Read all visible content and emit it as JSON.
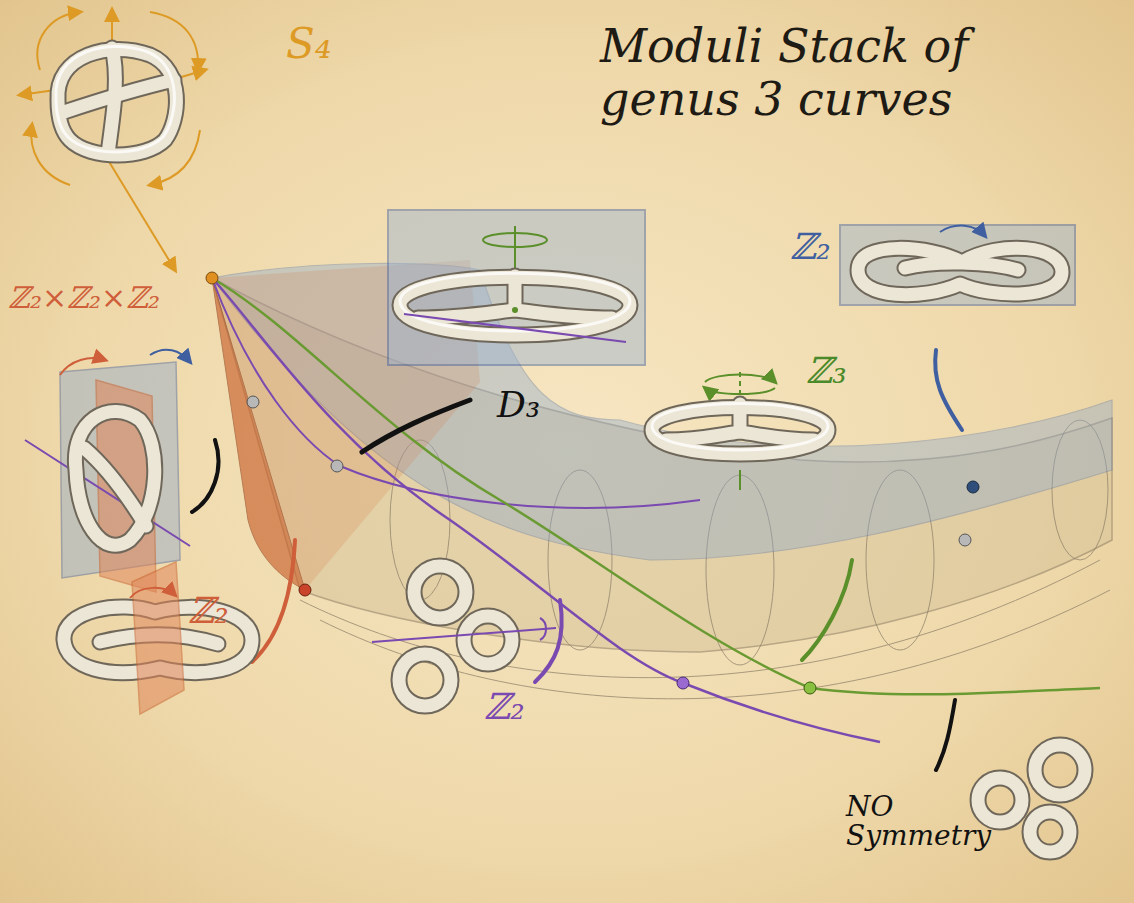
{
  "diagram": {
    "title": "Moduli Stack of genus 3 curves",
    "labels": [
      "S₄",
      "ℤ₂×ℤ₂×ℤ₂",
      "D₃",
      "ℤ₂",
      "ℤ₃",
      "ℤ₂",
      "ℤ₂",
      "NO Symmetry"
    ]
  }
}
